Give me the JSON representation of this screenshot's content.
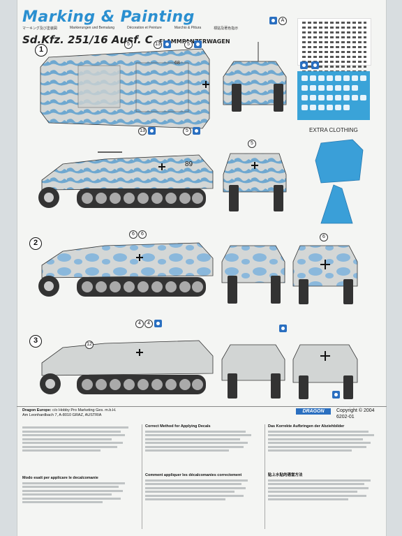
{
  "header": {
    "title": "Marking & Painting",
    "subtitles": [
      "マーキング及び塗装図",
      "Markierungen und Bemalung",
      "Décoration et Peinture",
      "Marchio & Pittura",
      "標貼及著色指示"
    ],
    "vehicle": "Sd.Kfz. 251/16 Ausf. C",
    "vehicle_sub": "FLAMMPANZERWAGEN"
  },
  "steps": [
    {
      "number": "1"
    },
    {
      "number": "2"
    },
    {
      "number": "3"
    }
  ],
  "callouts": {
    "step1_top": [
      "5",
      "13",
      "5"
    ],
    "step1_hull": "89",
    "step1_bottom": [
      "13",
      "5"
    ],
    "step1_front": "5",
    "step2_top": [
      "6",
      "6"
    ],
    "step2_front": "6",
    "step3_top": [
      "4",
      "4"
    ],
    "step3_hull": "12"
  },
  "extra_clothing": "EXTRA CLOTHING",
  "footer": {
    "company_name": "Dragon Europe:",
    "company_lines": [
      "c/o Hobby Pro Marketing Ges. m.b.H.",
      "Am Leonhardbach 7, A-8010 GRAZ, AUSTRIA"
    ],
    "logo": "DRAGON",
    "copyright": "Copyright © 2004",
    "code": "6202-01",
    "columns": [
      {
        "title": ""
      },
      {
        "title": "Correct Method for Applying Decals"
      },
      {
        "title": "Das Korrekte Aufbringen der Abziehbilder"
      }
    ],
    "columns_row2": [
      {
        "title": "Modo esatt per applicare le decalcomanie"
      },
      {
        "title": "Comment appliquer les décalcomanies correctement"
      },
      {
        "title": "貼上水貼的適當方法"
      }
    ]
  },
  "colors": {
    "title_blue": "#2a8fd0",
    "camo_grey": "#d4d7d6",
    "camo_blue": "#6fa8d0",
    "decal_blue": "#3aa3d8"
  }
}
